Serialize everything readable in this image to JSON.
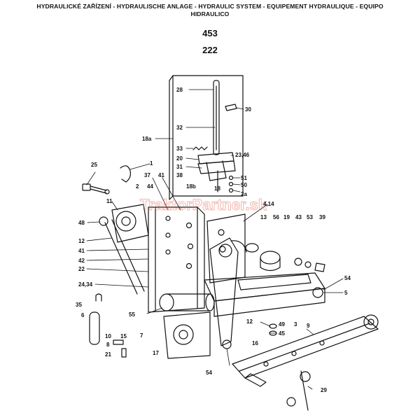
{
  "header": {
    "title_line1": "HYDRAULICKÉ ZAŘÍZENÍ - HYDRAULISCHE ANLAGE - HYDRAULIC SYSTEM - EQUIPEMENT HYDRAULIQUE - EQUIPO",
    "title_line2": "HIDRAULICO"
  },
  "page_numbers": [
    "453",
    "222"
  ],
  "watermark": "TraktorPartner.sk",
  "part_labels": [
    "28",
    "30",
    "32",
    "18a",
    "33",
    "23,46",
    "20",
    "31",
    "51",
    "38",
    "50",
    "18b",
    "18",
    "2a",
    "25",
    "1",
    "37",
    "41",
    "2",
    "44",
    "4,14",
    "11",
    "13",
    "56",
    "19",
    "43",
    "53",
    "39",
    "48",
    "12",
    "41",
    "42",
    "22",
    "24,34",
    "54",
    "5",
    "35",
    "6",
    "55",
    "10",
    "15",
    "7",
    "12",
    "49",
    "3",
    "9",
    "45",
    "8",
    "16",
    "17",
    "21",
    "54",
    "29"
  ],
  "colors": {
    "ink": "#111111",
    "watermark": "#e87a6a"
  }
}
